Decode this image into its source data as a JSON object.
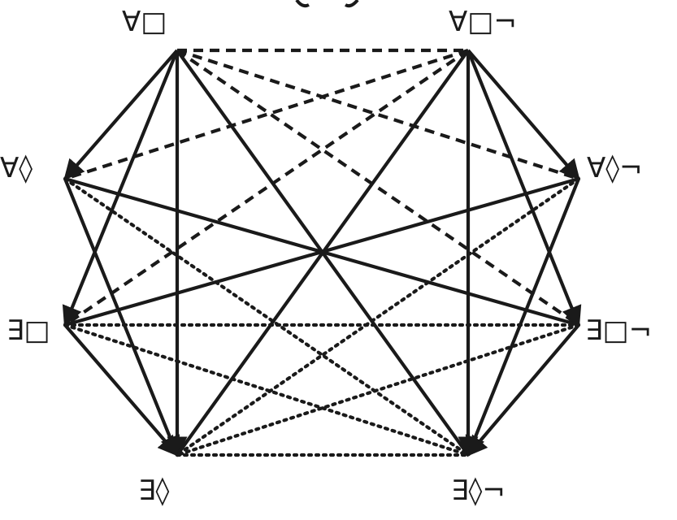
{
  "nodes": [
    {
      "id": "A_box",
      "label": "∀□"
    },
    {
      "id": "A_box_neg",
      "label": "∀□¬"
    },
    {
      "id": "A_dia",
      "label": "∀◊"
    },
    {
      "id": "A_dia_neg",
      "label": "∀◊¬"
    },
    {
      "id": "E_box",
      "label": "∃□"
    },
    {
      "id": "E_box_neg",
      "label": "∃□¬"
    },
    {
      "id": "E_dia",
      "label": "∃◊"
    },
    {
      "id": "E_dia_neg",
      "label": "∃◊¬"
    }
  ],
  "edges": [
    {
      "from": "A_box",
      "to": "A_dia",
      "style": "solid",
      "arrow": true
    },
    {
      "from": "A_box",
      "to": "E_box",
      "style": "solid",
      "arrow": true
    },
    {
      "from": "A_box",
      "to": "E_dia",
      "style": "solid",
      "arrow": true
    },
    {
      "from": "A_box",
      "to": "E_dia_neg",
      "style": "solid",
      "arrow": false
    },
    {
      "from": "A_box",
      "to": "A_box_neg",
      "style": "dashed",
      "arrow": false
    },
    {
      "from": "A_box",
      "to": "A_dia_neg",
      "style": "dashed",
      "arrow": false
    },
    {
      "from": "A_box",
      "to": "E_box_neg",
      "style": "dashed",
      "arrow": false
    },
    {
      "from": "A_box_neg",
      "to": "A_dia_neg",
      "style": "solid",
      "arrow": true
    },
    {
      "from": "A_box_neg",
      "to": "E_box_neg",
      "style": "solid",
      "arrow": true
    },
    {
      "from": "A_box_neg",
      "to": "E_dia_neg",
      "style": "solid",
      "arrow": true
    },
    {
      "from": "A_box_neg",
      "to": "E_dia",
      "style": "solid",
      "arrow": false
    },
    {
      "from": "A_box_neg",
      "to": "A_dia",
      "style": "dashed",
      "arrow": false
    },
    {
      "from": "A_box_neg",
      "to": "E_box",
      "style": "dashed",
      "arrow": false
    },
    {
      "from": "A_dia",
      "to": "E_dia",
      "style": "solid",
      "arrow": true
    },
    {
      "from": "A_dia",
      "to": "E_box_neg",
      "style": "solid",
      "arrow": false
    },
    {
      "from": "A_dia",
      "to": "E_dia_neg",
      "style": "dotted",
      "arrow": false
    },
    {
      "from": "A_dia_neg",
      "to": "E_dia_neg",
      "style": "solid",
      "arrow": true
    },
    {
      "from": "A_dia_neg",
      "to": "E_box",
      "style": "solid",
      "arrow": false
    },
    {
      "from": "A_dia_neg",
      "to": "E_dia",
      "style": "dotted",
      "arrow": false
    },
    {
      "from": "E_box",
      "to": "E_dia",
      "style": "solid",
      "arrow": true
    },
    {
      "from": "E_box",
      "to": "E_box_neg",
      "style": "dotted",
      "arrow": false
    },
    {
      "from": "E_box",
      "to": "E_dia_neg",
      "style": "dotted",
      "arrow": false
    },
    {
      "from": "E_box_neg",
      "to": "E_dia_neg",
      "style": "solid",
      "arrow": true
    },
    {
      "from": "E_box_neg",
      "to": "E_dia",
      "style": "dotted",
      "arrow": false
    },
    {
      "from": "E_dia",
      "to": "E_dia_neg",
      "style": "dotted",
      "arrow": false
    }
  ]
}
